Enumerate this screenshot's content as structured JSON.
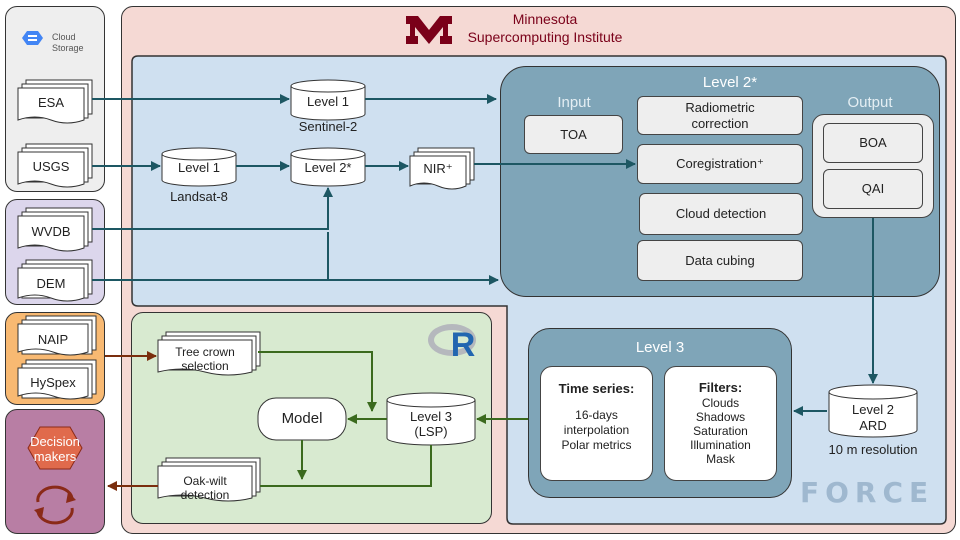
{
  "institute": {
    "name_line1": "Minnesota",
    "name_line2": "Supercomputing Institute",
    "logo_text": "M"
  },
  "sources": {
    "cloud_storage_line1": "Cloud",
    "cloud_storage_line2": "Storage",
    "esa": "ESA",
    "usgs": "USGS",
    "wvdb": "WVDB",
    "dem": "DEM",
    "naip": "NAIP",
    "hyspex": "HySpex"
  },
  "decision": {
    "line1": "Decision",
    "line2": "makers"
  },
  "preprocess": {
    "sentinel_level": "Level 1",
    "sentinel_caption": "Sentinel-2",
    "landsat_level": "Level 1",
    "landsat_caption": "Landsat-8",
    "level2_cyl": "Level 2*",
    "nir": "NIR⁺"
  },
  "level2_panel": {
    "title": "Level 2*",
    "input_label": "Input",
    "output_label": "Output",
    "toa": "TOA",
    "radiometric_line1": "Radiometric",
    "radiometric_line2": "correction",
    "coregistration": "Coregistration⁺",
    "cloud_detection": "Cloud detection",
    "data_cubing": "Data cubing",
    "boa": "BOA",
    "qai": "QAI"
  },
  "level3_panel": {
    "title": "Level 3",
    "time_series_title": "Time series:",
    "time_series_line1": "16-days",
    "time_series_line2": "interpolation",
    "time_series_line3": "Polar metrics",
    "filters_title": "Filters:",
    "filters": [
      "Clouds",
      "Shadows",
      "Saturation",
      "Illumination",
      "Mask"
    ]
  },
  "ard": {
    "line1": "Level 2",
    "line2": "ARD",
    "caption": "10 m resolution"
  },
  "r_panel": {
    "logo_text": "R",
    "tree_crown_line1": "Tree crown",
    "tree_crown_line2": "selection",
    "model": "Model",
    "level3_line1": "Level 3",
    "level3_line2": "(LSP)",
    "oak_line1": "Oak-wilt",
    "oak_line2": "detection"
  },
  "force_logo": "FORCE",
  "colors": {
    "msi_panel": "#f5d9d4",
    "blue_panel": "#cfe0f0",
    "dark_panel": "#7fa5b8",
    "green_panel": "#d8ead0",
    "gray_panel": "#eeeeee",
    "purple_panel": "#dcd6ec",
    "orange_panel": "#f8b972",
    "magenta_panel": "#b87ea4",
    "maroon": "#7a0019",
    "teal_arrow": "#1d5763",
    "green_arrow": "#3b6a1e",
    "brown_arrow": "#7a2e0e",
    "hexagon": "#e06a4c"
  }
}
